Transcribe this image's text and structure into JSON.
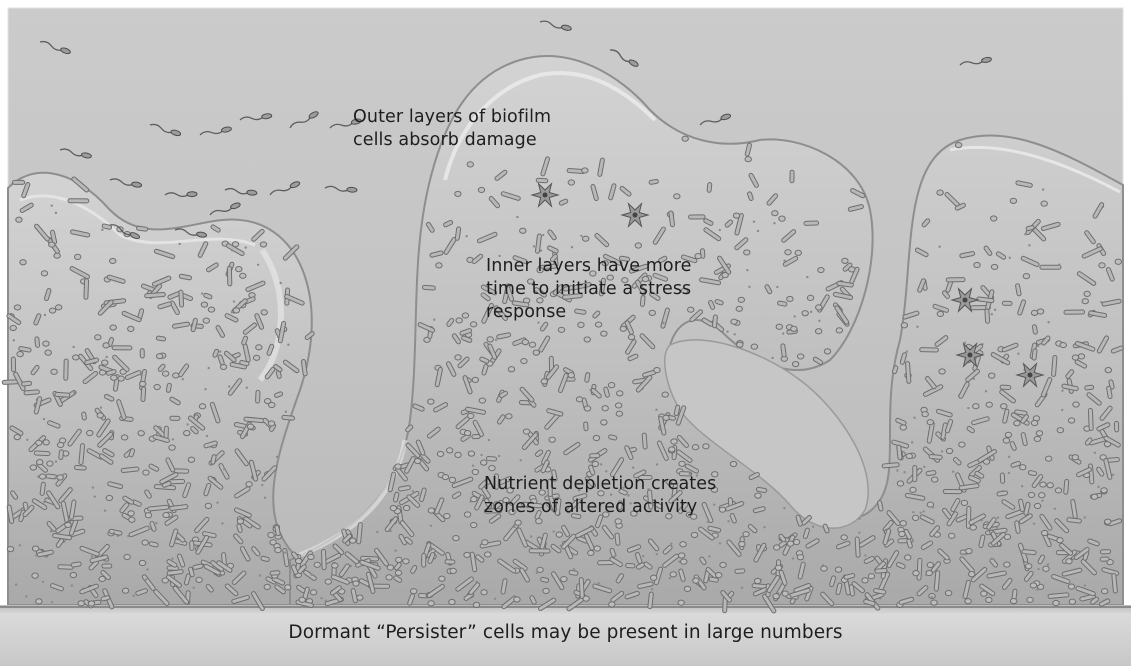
{
  "labels": {
    "outer_layers": [
      "Outer layers of biofilm",
      "cells absorb damage"
    ],
    "inner_layers": [
      "Inner layers have more",
      "time to initiate a stress",
      "response"
    ],
    "nutrient": [
      "Nutrient depletion creates",
      "zones of altered activity"
    ],
    "persister": "Dormant “Persister” cells may be present in large numbers"
  },
  "colors": {
    "water": "#c9c9c9",
    "biofilm_matrix": "#bdbdbd",
    "biofilm_edge": "#8c8c8c",
    "substrate": "#d2d2d2",
    "cell": "#6e6e6e",
    "text": "#1e1e1e"
  }
}
